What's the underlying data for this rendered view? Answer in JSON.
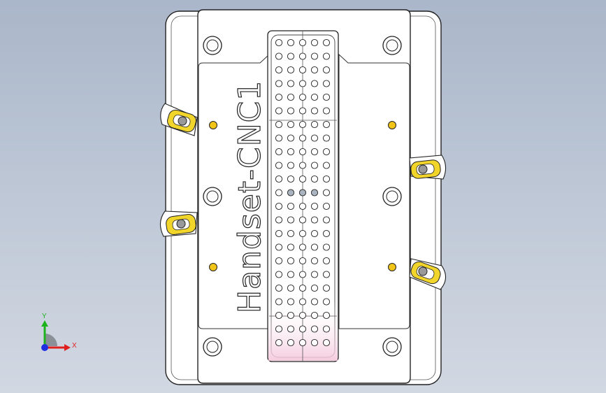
{
  "engraving": {
    "text": "Handset-CNC1"
  },
  "triad": {
    "x_label": "X",
    "y_label": "Y"
  },
  "colors": {
    "plate": "#ffffff",
    "edge": "#222222",
    "clamp_yellow": "#f2d52a",
    "pin_yellow": "#f0c418",
    "pink_tint": "#f6d3e2",
    "axis_x": "#e0201f",
    "axis_y": "#1fb21f",
    "axis_z": "#2030e0"
  }
}
